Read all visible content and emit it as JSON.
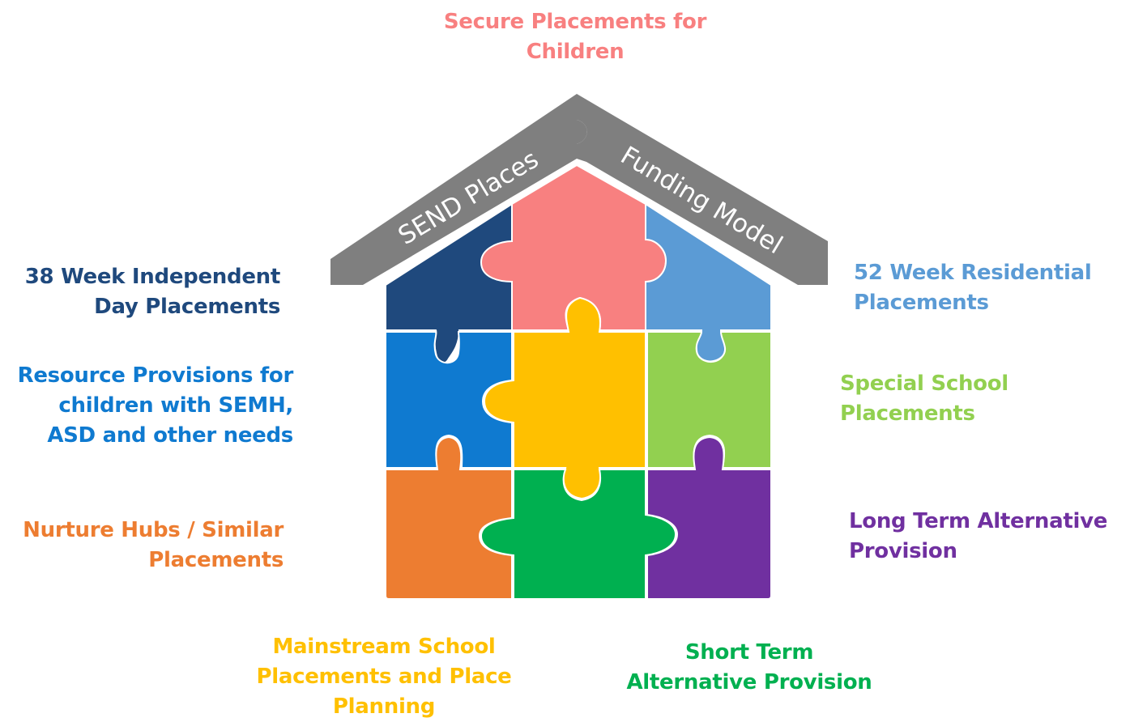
{
  "labels": {
    "top": {
      "lines": [
        "Secure Placements for",
        "Children"
      ]
    },
    "left_1": {
      "lines": [
        "38 Week Independent",
        "Day Placements"
      ]
    },
    "left_2": {
      "lines": [
        "Resource Provisions for",
        "children with SEMH,",
        "ASD and other needs"
      ]
    },
    "left_3": {
      "lines": [
        "Nurture Hubs / Similar",
        "Placements"
      ]
    },
    "right_1": {
      "lines": [
        "52 Week Residential",
        "Placements"
      ]
    },
    "right_2": {
      "lines": [
        "Special School",
        "Placements"
      ]
    },
    "right_3": {
      "lines": [
        "Long Term Alternative",
        "Provision"
      ]
    },
    "bottom_1": {
      "lines": [
        "Mainstream School",
        "Placements and Place",
        "Planning"
      ]
    },
    "bottom_2": {
      "lines": [
        "Short Term",
        "Alternative Provision"
      ]
    }
  },
  "roof": {
    "left_text": "SEND Places",
    "right_text": "Funding Model",
    "color": "#7f7f7f"
  },
  "colors": {
    "secure": "#f88080",
    "independent_38": "#1f497d",
    "residential_52": "#5b9bd5",
    "resource": "#0f7ad0",
    "mainstream": "#ffc000",
    "special": "#92d050",
    "nurture": "#ed7d31",
    "short_term": "#00b050",
    "long_term": "#7030a0"
  }
}
